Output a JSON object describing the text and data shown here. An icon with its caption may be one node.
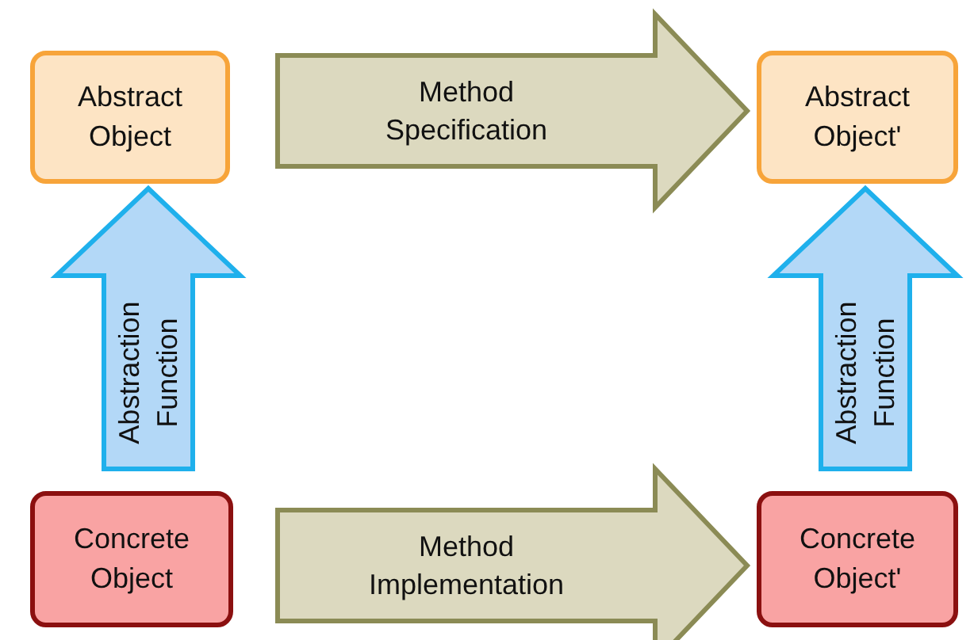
{
  "diagram": {
    "nodes": [
      {
        "text": [
          "Abstract Object"
        ]
      },
      {
        "text": [
          "Abstract Object'"
        ]
      },
      {
        "text": [
          "Concrete Object"
        ]
      },
      {
        "text": [
          "Concrete Object'"
        ]
      }
    ],
    "edges": [
      {
        "from": 0,
        "to": 1,
        "arrow": "to",
        "label": "Method Specification",
        "style": "thick"
      },
      {
        "from": 2,
        "to": 0,
        "arrow": "to",
        "label": "Abstraction Function",
        "style": "thick",
        "color": "#b3d8f7"
      },
      {
        "from": 3,
        "to": 1,
        "arrow": "to",
        "label": "Abstraction Function",
        "style": "thick",
        "color": "#b3d8f7"
      },
      {
        "from": 2,
        "to": 3,
        "arrow": "to",
        "label": "Method Implementation",
        "style": "thick"
      }
    ]
  }
}
